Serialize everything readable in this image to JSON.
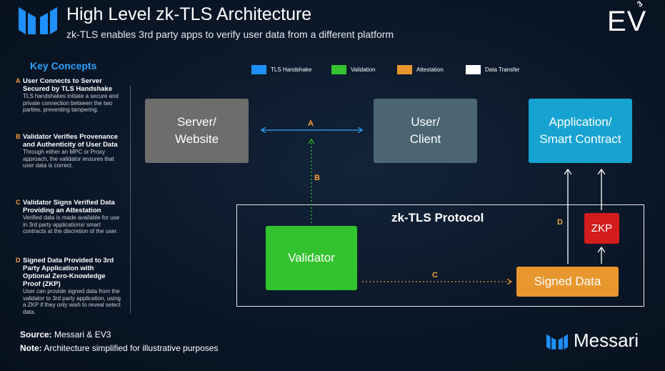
{
  "header": {
    "title": "High Level zk-TLS Architecture",
    "subtitle": "zk-TLS enables 3rd party apps to verify user data from a different platform",
    "ev_logo": "EV",
    "ev_badge": "3"
  },
  "sidebar": {
    "title": "Key Concepts",
    "concepts": [
      {
        "letter": "A",
        "heading": "User Connects to Server Secured by TLS Handshake",
        "body": "TLS handshakes initiate a secure and private connection between the two parties, preventing tampering."
      },
      {
        "letter": "B",
        "heading": "Validator Verifies Provenance and Authenticity of User Data",
        "body": "Through either an MPC or Proxy approach, the validator ensures that user data is correct."
      },
      {
        "letter": "C",
        "heading": "Validator Signs Verified Data Providing an Attestation",
        "body": "Verified data is made available for use in 3rd party applications/ smart contracts at the discretion of the user."
      },
      {
        "letter": "D",
        "heading": "Signed Data Provided to 3rd Party Application with Optional Zero-Knowledge Proof (ZKP)",
        "body": "User can provide signed data from the validator to 3rd party application, using a ZKP if they only wish to reveal select data."
      }
    ]
  },
  "legend": [
    {
      "label": "TLS Handshake",
      "color": "#1e90ff"
    },
    {
      "label": "Validation",
      "color": "#33c32e"
    },
    {
      "label": "Attestation",
      "color": "#e8962e"
    },
    {
      "label": "Data Transfer",
      "color": "#ffffff"
    }
  ],
  "diagram": {
    "server": "Server/ Website",
    "user": "User/ Client",
    "app": "Application/ Smart Contract",
    "protocol": "zk-TLS Protocol",
    "validator": "Validator",
    "signed_data": "Signed Data",
    "zkp": "ZKP",
    "edges": {
      "a": "A",
      "b": "B",
      "c": "C",
      "d": "D"
    }
  },
  "footer": {
    "source_label": "Source:",
    "source_value": "Messari & EV3",
    "note_label": "Note:",
    "note_value": "Architecture simplified for illustrative purposes",
    "brand": "Messari"
  }
}
